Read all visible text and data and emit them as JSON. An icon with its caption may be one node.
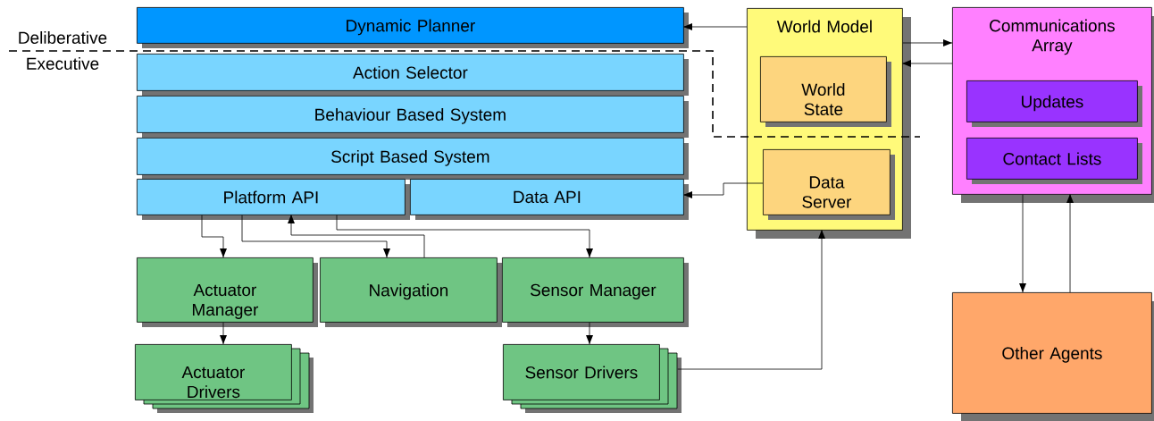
{
  "diagram": {
    "nodes": [
      {
        "text": [
          "Dynamic Planner"
        ]
      },
      {
        "text": [
          "Action Selector"
        ]
      },
      {
        "text": [
          "Behaviour Based System"
        ]
      },
      {
        "text": [
          "Script Based System"
        ]
      },
      {
        "text": [
          "Platform API"
        ]
      },
      {
        "text": [
          "Data API"
        ]
      },
      {
        "text": [
          "World Model"
        ]
      },
      {
        "text": [
          "World State"
        ],
        "in": 6
      },
      {
        "text": [
          "Data Server"
        ],
        "in": 6
      },
      {
        "text": [
          "Communications Array"
        ]
      },
      {
        "text": [
          "Updates"
        ],
        "in": 9
      },
      {
        "text": [
          "Contact Lists"
        ],
        "in": 9
      },
      {
        "text": [
          "Actuator Manager"
        ]
      },
      {
        "text": [
          "Navigation"
        ]
      },
      {
        "text": [
          "Sensor Manager"
        ]
      },
      {
        "text": [
          "Actuator Drivers"
        ]
      },
      {
        "text": [
          "Sensor Drivers"
        ]
      },
      {
        "text": [
          "Other Agents"
        ]
      }
    ],
    "edges": [
      {
        "from": 6,
        "to": 0,
        "arrow": "to"
      },
      {
        "from": 8,
        "to": 5,
        "arrow": "to"
      },
      {
        "from": 6,
        "to": 9,
        "arrow": "to"
      },
      {
        "from": 9,
        "to": 6,
        "arrow": "to"
      },
      {
        "from": 9,
        "to": 17,
        "arrow": "to"
      },
      {
        "from": 17,
        "to": 9,
        "arrow": "to"
      },
      {
        "from": 4,
        "to": 12,
        "arrow": "to"
      },
      {
        "from": 4,
        "to": 13,
        "arrow": "to"
      },
      {
        "from": 13,
        "to": 4,
        "arrow": "to"
      },
      {
        "from": 4,
        "to": 14,
        "arrow": "to"
      },
      {
        "from": 12,
        "to": 15,
        "arrow": "to"
      },
      {
        "from": 14,
        "to": 16,
        "arrow": "to"
      },
      {
        "from": 16,
        "to": 6,
        "arrow": "to"
      }
    ],
    "labels": [
      "Deliberative",
      "Executive"
    ]
  }
}
